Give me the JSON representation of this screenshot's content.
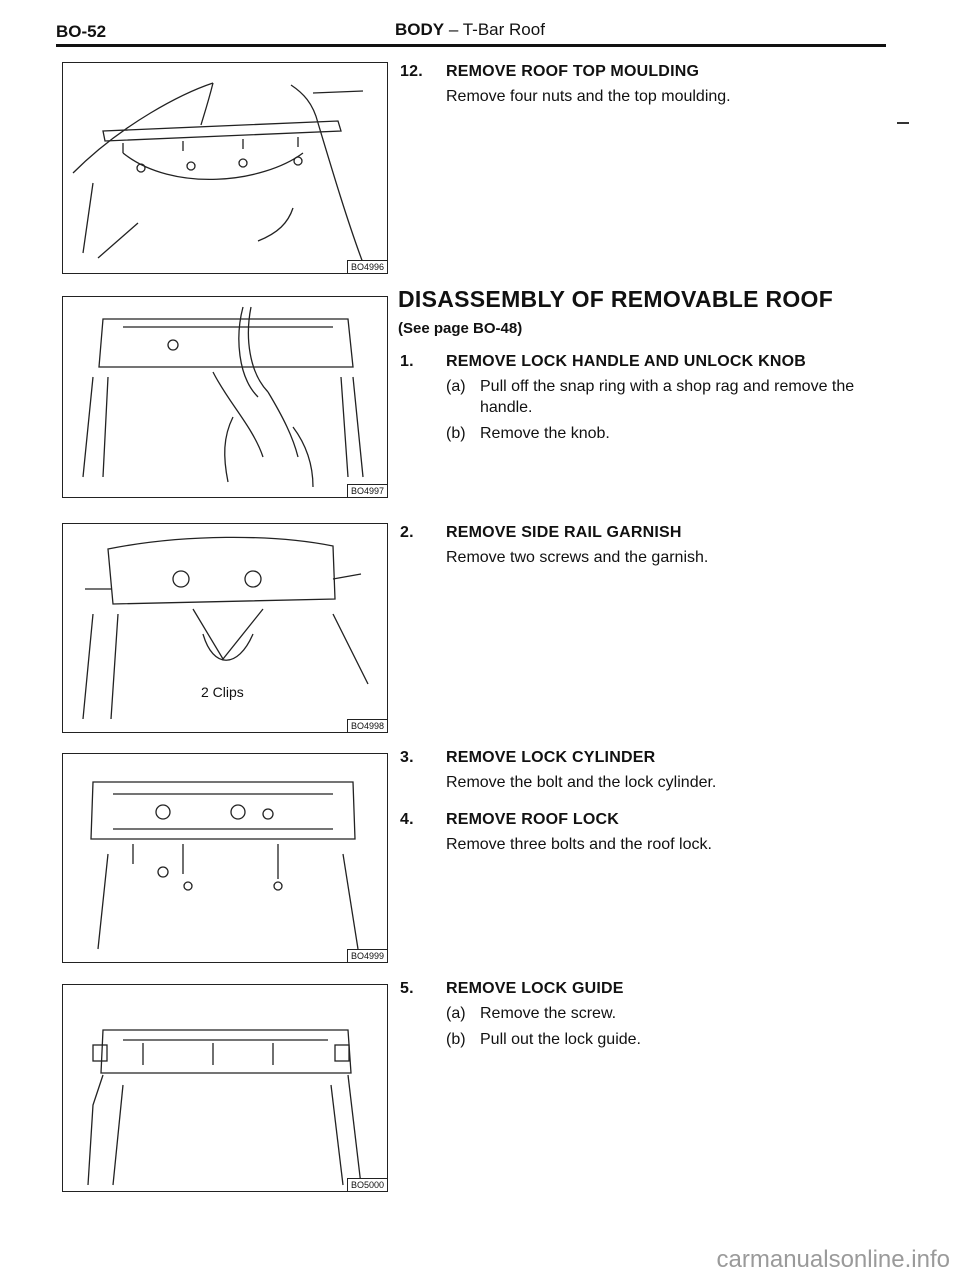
{
  "header": {
    "page_number": "BO-52",
    "section": "BODY",
    "subsection": "T-Bar Roof"
  },
  "figures": [
    {
      "code": "BO4996"
    },
    {
      "code": "BO4997"
    },
    {
      "code": "BO4998",
      "label": "2 Clips"
    },
    {
      "code": "BO4999"
    },
    {
      "code": "BO5000"
    }
  ],
  "step12": {
    "number": "12.",
    "title": "REMOVE ROOF TOP MOULDING",
    "body": "Remove four nuts and the top moulding."
  },
  "disassembly": {
    "title": "DISASSEMBLY OF REMOVABLE ROOF",
    "see_page": "(See page BO-48)"
  },
  "steps": [
    {
      "number": "1.",
      "title": "REMOVE LOCK HANDLE AND UNLOCK KNOB",
      "subs": [
        {
          "marker": "(a)",
          "text": "Pull off the snap ring with a shop rag and remove the handle."
        },
        {
          "marker": "(b)",
          "text": "Remove the knob."
        }
      ]
    },
    {
      "number": "2.",
      "title": "REMOVE SIDE RAIL GARNISH",
      "body": "Remove two screws and the garnish."
    },
    {
      "number": "3.",
      "title": "REMOVE LOCK CYLINDER",
      "body": "Remove the bolt and the lock cylinder."
    },
    {
      "number": "4.",
      "title": "REMOVE ROOF LOCK",
      "body": "Remove three bolts and the roof lock."
    },
    {
      "number": "5.",
      "title": "REMOVE LOCK GUIDE",
      "subs": [
        {
          "marker": "(a)",
          "text": "Remove the screw."
        },
        {
          "marker": "(b)",
          "text": "Pull out the lock guide."
        }
      ]
    }
  ],
  "watermark": "carmanualsonline.info"
}
